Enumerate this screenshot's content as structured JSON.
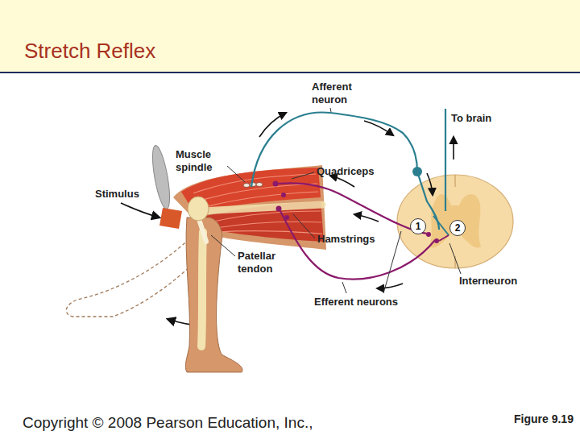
{
  "diagram": {
    "title": "Stretch Reflex",
    "nodes": [
      {
        "text": [
          "1"
        ]
      },
      {
        "text": [
          "2"
        ]
      }
    ],
    "labels": [
      "Afferent neuron",
      "To brain",
      "Muscle spindle",
      "Quadriceps",
      "Stimulus",
      "Hamstrings",
      "Patellar tendon",
      "Interneuron",
      "Efferent neurons",
      "Figure 9.19",
      "Copyright © 2008 Pearson Education, Inc.,"
    ]
  }
}
